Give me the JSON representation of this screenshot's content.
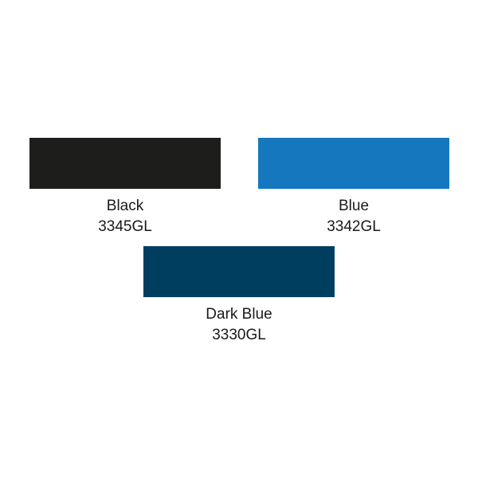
{
  "swatches": [
    {
      "name": "Black",
      "code": "3345GL",
      "color": "#1d1d1b"
    },
    {
      "name": "Blue",
      "code": "3342GL",
      "color": "#1577be"
    },
    {
      "name": "Dark Blue",
      "code": "3330GL",
      "color": "#003e5f"
    }
  ]
}
